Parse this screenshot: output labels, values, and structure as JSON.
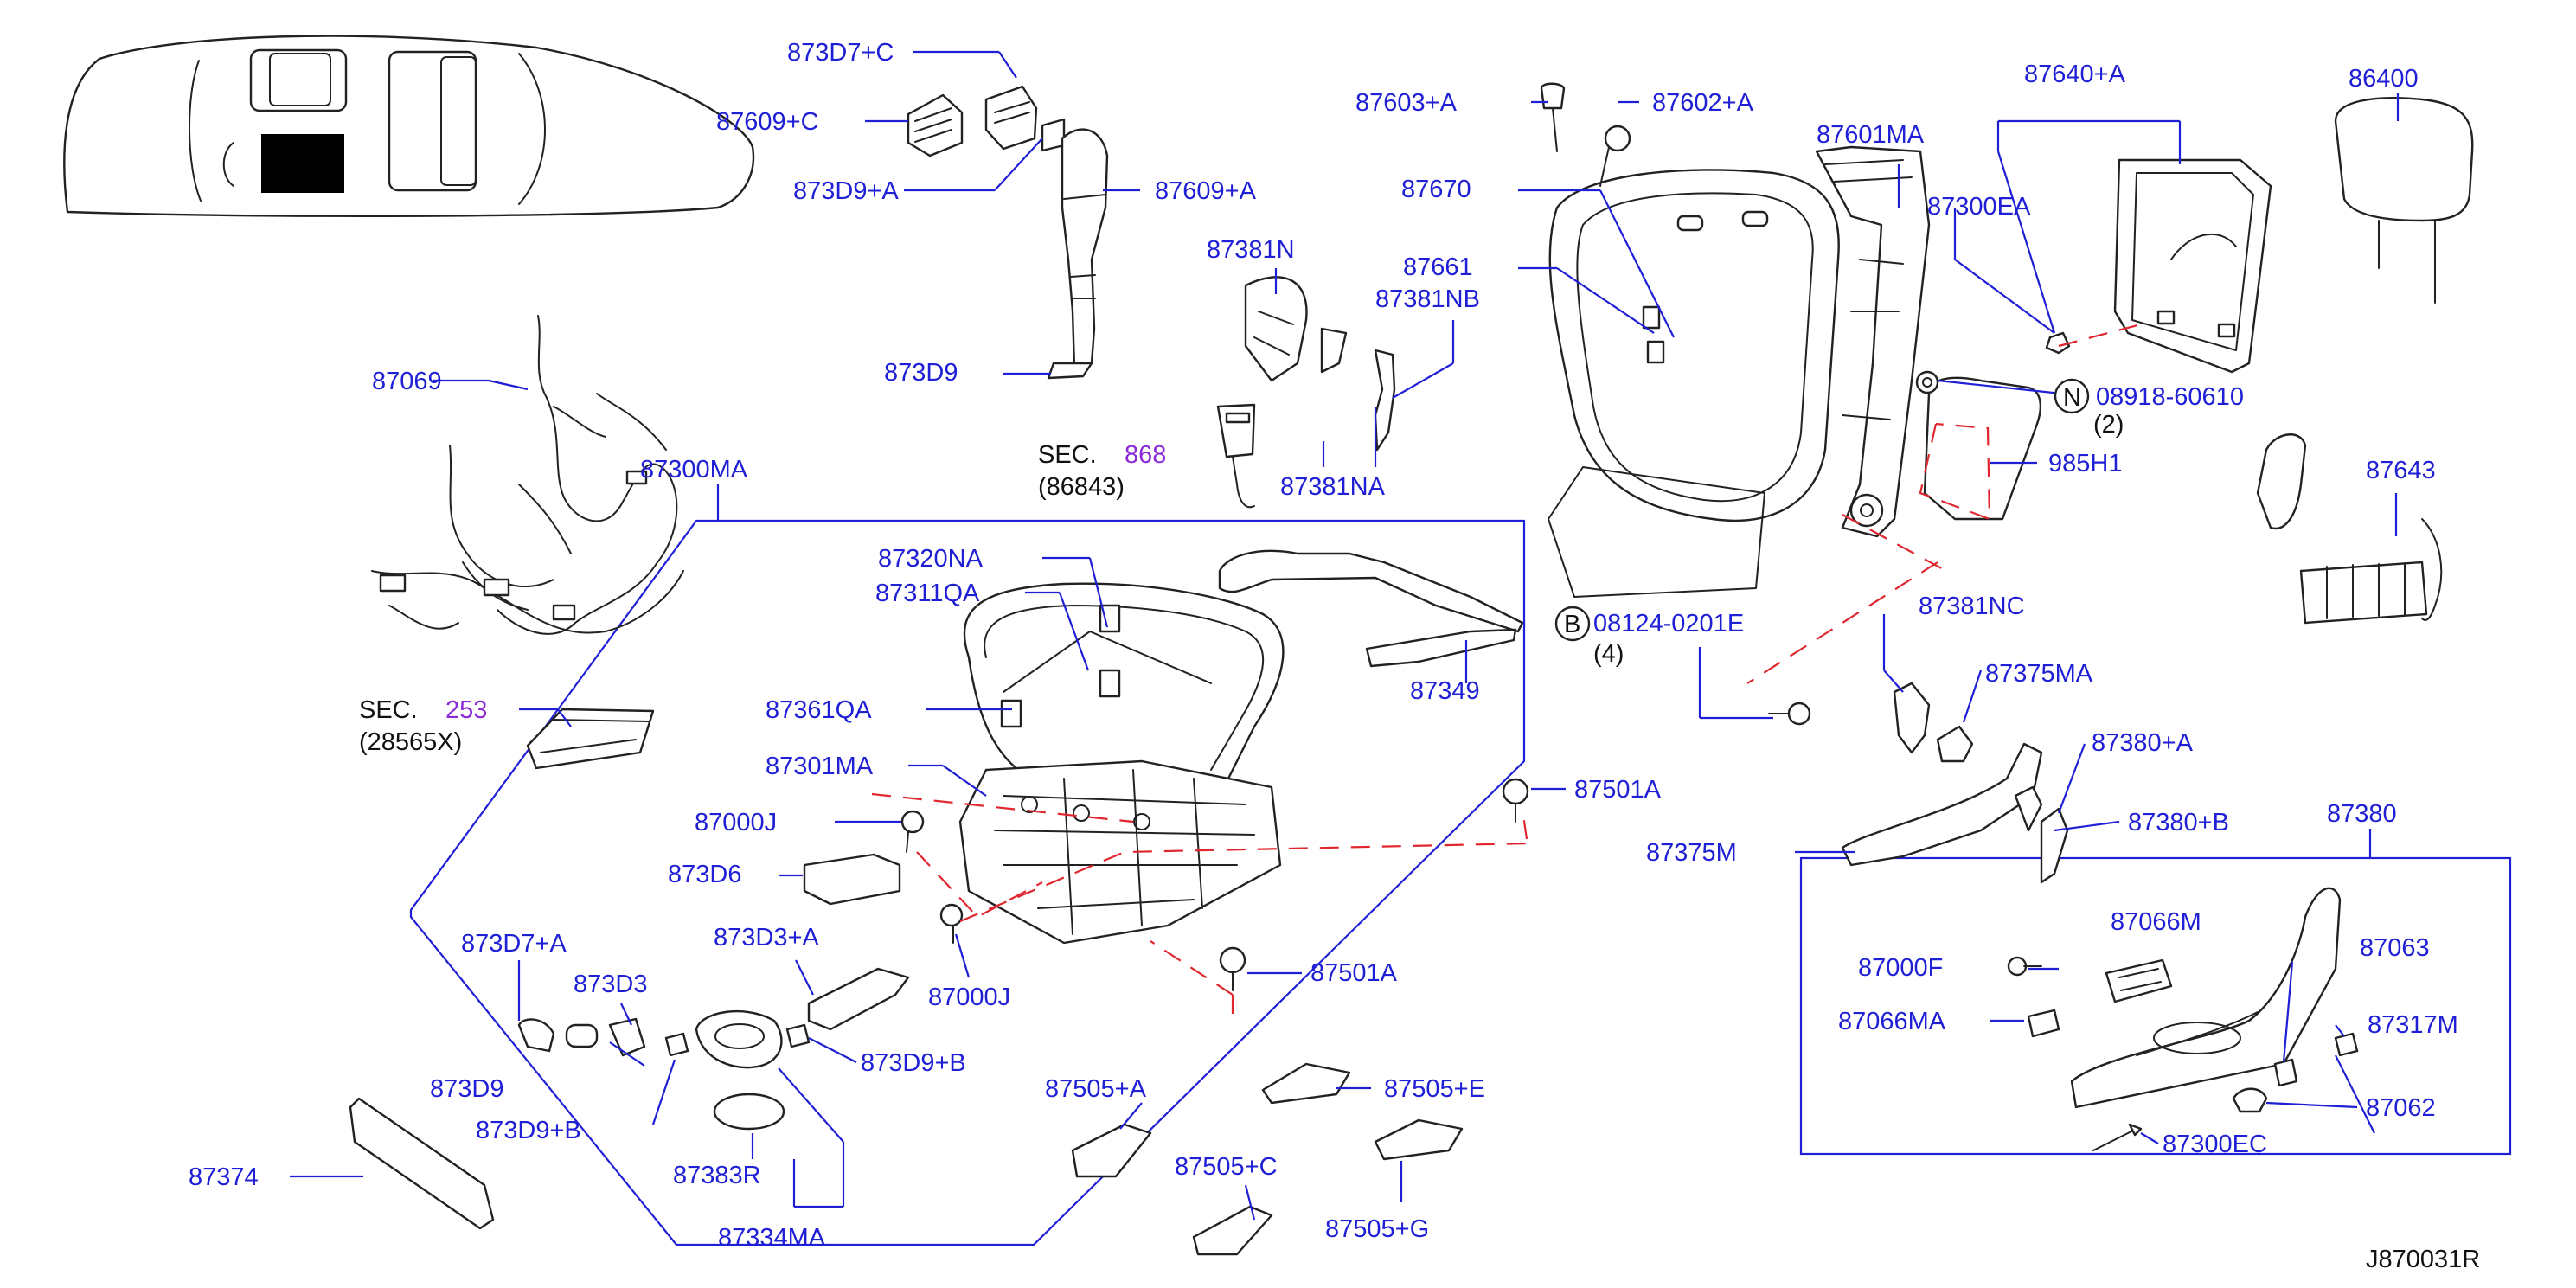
{
  "diagram_code": "J870031R",
  "labels": {
    "p873D7C": "873D7+C",
    "p87609C": "87609+C",
    "p873D9A": "873D9+A",
    "p87609A": "87609+A",
    "p873D9": "873D9",
    "p87603A": "87603+A",
    "p87602A": "87602+A",
    "p87601MA": "87601MA",
    "p87640A": "87640+A",
    "p86400": "86400",
    "p87670": "87670",
    "p87381N": "87381N",
    "p87661": "87661",
    "p87381NB": "87381NB",
    "p87300EA": "87300EA",
    "p87069": "87069",
    "p08918": "08918-60610",
    "p08918qty": "(2)",
    "p985H1": "985H1",
    "p87643": "87643",
    "p868sec": "SEC.",
    "p868num": "868",
    "p86843": "(86843)",
    "p87381NA": "87381NA",
    "p87300MA": "87300MA",
    "p87320NA": "87320NA",
    "p87311QA": "87311QA",
    "p87349": "87349",
    "p08124": "08124-0201E",
    "p08124qty": "(4)",
    "p87381NC": "87381NC",
    "p87375MA": "87375MA",
    "p87361QA": "87361QA",
    "p253sec": "SEC.",
    "p253num": "253",
    "p28565X": "(28565X)",
    "p87301MA": "87301MA",
    "p87501A1": "87501A",
    "p87380A": "87380+A",
    "p87000J1": "87000J",
    "p87380B": "87380+B",
    "p87375M": "87375M",
    "p873D6": "873D6",
    "p87380": "87380",
    "p873D7A": "873D7+A",
    "p873D3A": "873D3+A",
    "p87066M": "87066M",
    "p87000J2": "87000J",
    "p87000F": "87000F",
    "p87063": "87063",
    "p873D3": "873D3",
    "p87501A2": "87501A",
    "p87066MA": "87066MA",
    "p87317M": "87317M",
    "p873D9B1": "873D9+B",
    "p87505A": "87505+A",
    "p87505E": "87505+E",
    "p873D9b": "873D9",
    "p873D9B2": "873D9+B",
    "p87062": "87062",
    "p87505C": "87505+C",
    "p87300EC": "87300EC",
    "p87383R": "87383R",
    "p87374": "87374",
    "p87505G": "87505+G",
    "p87334MA": "87334MA"
  },
  "markers": {
    "n": "N",
    "b": "B"
  },
  "colors": {
    "label": "#1f1fd6",
    "section_number": "#8a2ad6",
    "dashed_leader": "#e0262e",
    "line_art": "#222222"
  }
}
